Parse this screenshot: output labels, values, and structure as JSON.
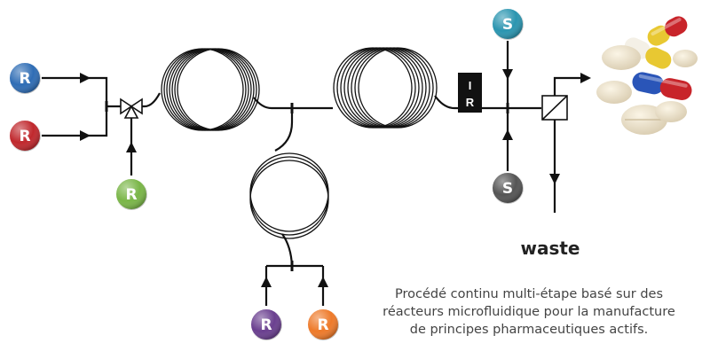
{
  "nodes": {
    "reagent_blue": {
      "label": "R",
      "color": "#2f6db5"
    },
    "reagent_red": {
      "label": "R",
      "color": "#c0282d"
    },
    "reagent_green": {
      "label": "R",
      "color": "#7ab648"
    },
    "reagent_purple": {
      "label": "R",
      "color": "#6a3f8f"
    },
    "reagent_orange": {
      "label": "R",
      "color": "#ee7a2a"
    },
    "solvent_top": {
      "label": "S",
      "color": "#2a95b0"
    },
    "solvent_bottom": {
      "label": "S",
      "color": "#555555"
    }
  },
  "ir_analyzer": {
    "line1": "I",
    "line2": "R"
  },
  "waste_label": "waste",
  "caption": {
    "line1": "Procédé continu multi-étape basé sur des",
    "line2": "réacteurs microfluidique pour la manufacture",
    "line3": "de principes pharmaceutiques actifs."
  },
  "colors": {
    "line": "#111111",
    "coil": "#111111",
    "ir_box": "#111111"
  },
  "icons": [
    "arrow-icon",
    "valve-icon",
    "coil-reactor-icon",
    "back-pressure-regulator-icon",
    "pills-icon"
  ]
}
